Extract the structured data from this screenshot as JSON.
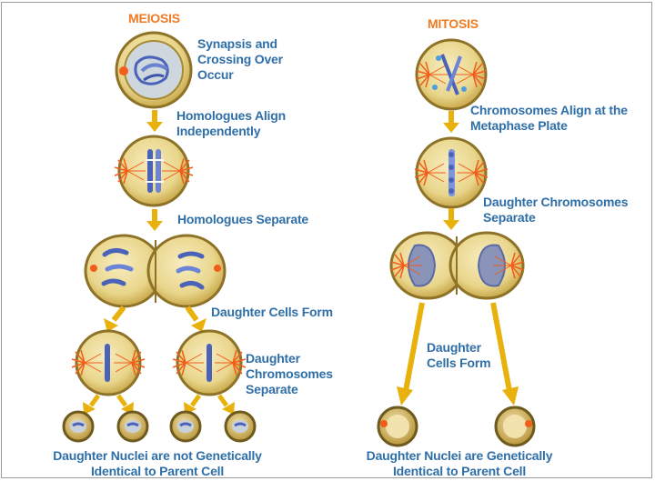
{
  "meiosis": {
    "title": "MEIOSIS",
    "step1": [
      "Synapsis and",
      "Crossing Over",
      "Occur"
    ],
    "step2": [
      "Homologues Align",
      "Independently"
    ],
    "step3": "Homologues Separate",
    "step4": "Daughter Cells Form",
    "step5": [
      "Daughter",
      "Chromosomes",
      "Separate"
    ],
    "result": [
      "Daughter Nuclei are not Genetically",
      "Identical to Parent Cell"
    ]
  },
  "mitosis": {
    "title": "MITOSIS",
    "step1": [
      "Chromosomes Align at the",
      "Metaphase Plate"
    ],
    "step2": [
      "Daughter Chromosomes",
      "Separate"
    ],
    "step3": [
      "Daughter",
      "Cells Form"
    ],
    "result": [
      "Daughter Nuclei are Genetically",
      "Identical to Parent Cell"
    ]
  },
  "colors": {
    "title": "#f07a22",
    "label": "#2f6fa8",
    "arrow": "#e8b10c",
    "cell": "#e3cf7a",
    "cell_rim": "#9c7f2e",
    "spindle": "#f25d1a",
    "chromosome": "#4a63b8"
  }
}
